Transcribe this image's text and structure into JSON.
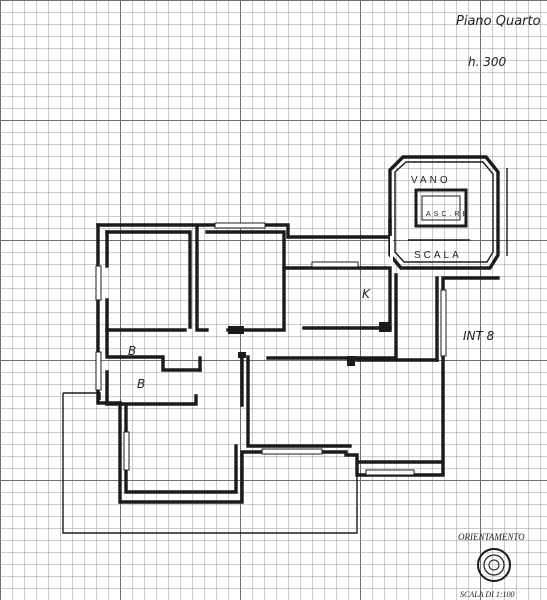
{
  "header": {
    "floor_label": "Piano Quarto",
    "height_label": "h. 300"
  },
  "stair": {
    "vano_label": "VANO",
    "ascensore_label": "ASC.RE",
    "scala_label": "SCALA"
  },
  "rooms": {
    "k_label": "K",
    "b1_label": "B",
    "b2_label": "B",
    "int_label": "INT 8"
  },
  "legend": {
    "orientation_label": "ORIENTAMENTO",
    "scale_label": "SCALA DI 1:100"
  },
  "colors": {
    "ink": "#1b1b1b",
    "grid": "#9a9a9a",
    "paper": "#ffffff"
  }
}
